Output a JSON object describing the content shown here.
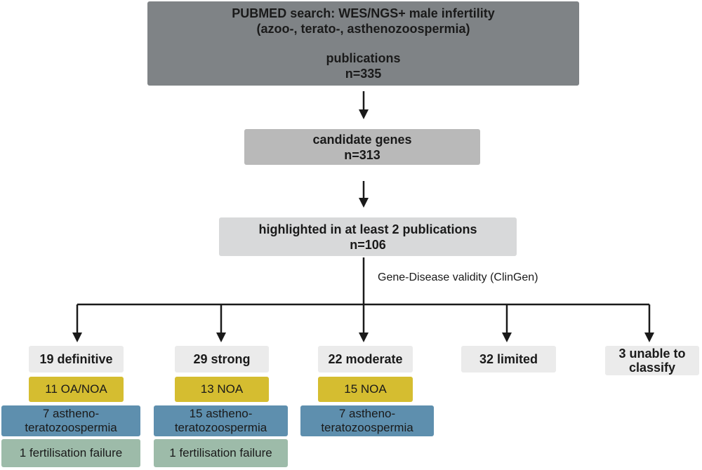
{
  "colors": {
    "top_box": "#7f8386",
    "candidate_box": "#b9b9b9",
    "highlighted_box": "#d8d9da",
    "category_box": "#ebebeb",
    "oa_noa_box": "#d5bd30",
    "astheno_box": "#5e8fae",
    "fertilisation_box": "#9dbba9",
    "arrow": "#1a1a1a"
  },
  "search": {
    "line1": "PUBMED search: WES/NGS+ male infertility",
    "line2": "(azoo-, terato-, asthenozoospermia)",
    "label": "publications",
    "count": "n=335"
  },
  "candidate": {
    "label": "candidate genes",
    "count": "n=313"
  },
  "highlighted": {
    "label": "highlighted in at least 2 publications",
    "count": "n=106"
  },
  "validity_label": "Gene-Disease validity (ClinGen)",
  "categories": [
    {
      "label": "19 definitive",
      "sub1": "11 OA/NOA",
      "sub2a": "7 astheno-",
      "sub2b": "teratozoospermia",
      "sub3": "1 fertilisation failure"
    },
    {
      "label": "29 strong",
      "sub1": "13 NOA",
      "sub2a": "15 astheno-",
      "sub2b": "teratozoospermia",
      "sub3": "1 fertilisation failure"
    },
    {
      "label": "22 moderate",
      "sub1": "15 NOA",
      "sub2a": "7 astheno-",
      "sub2b": "teratozoospermia"
    },
    {
      "label": "32 limited"
    },
    {
      "label_line1": "3 unable to",
      "label_line2": "classify"
    }
  ]
}
